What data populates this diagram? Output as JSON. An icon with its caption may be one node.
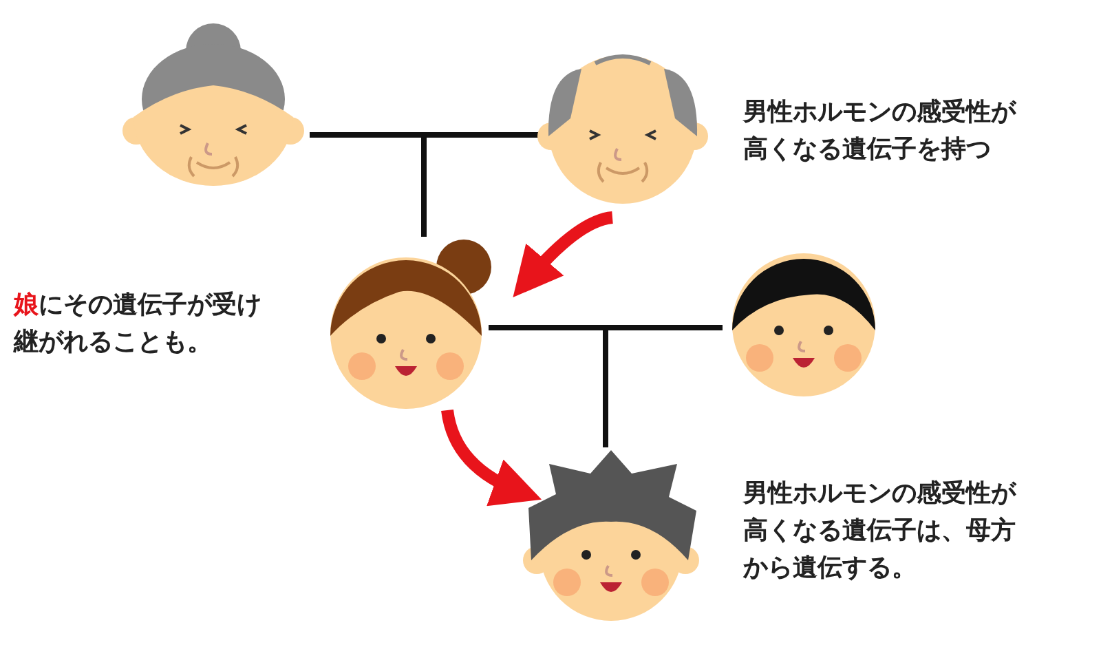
{
  "diagram": {
    "nodes": [
      {
        "text": [],
        "shape": "picture"
      },
      {
        "text": [],
        "shape": "picture",
        "beside": [
          "男性ホルモンの感受性が高くなる遺伝子を持つ"
        ]
      },
      {
        "text": [],
        "shape": "picture",
        "beside": [
          "娘にその遺伝子が受け継がれることも。"
        ]
      },
      {
        "text": [],
        "shape": "picture"
      },
      {
        "text": [],
        "shape": "picture",
        "beside": [
          "男性ホルモンの感受性が高くなる遺伝子は、母方から遺伝する。"
        ]
      }
    ],
    "edges": [
      {
        "from": 0,
        "to": 2,
        "arrow": "none"
      },
      {
        "from": 1,
        "to": 2,
        "arrow": "none"
      },
      {
        "from": 1,
        "to": 2,
        "arrow": "to",
        "style": "thick",
        "color": "#e8141b"
      },
      {
        "from": 2,
        "to": 4,
        "arrow": "none"
      },
      {
        "from": 3,
        "to": 4,
        "arrow": "none"
      },
      {
        "from": 2,
        "to": 4,
        "arrow": "to",
        "style": "thick",
        "color": "#e8141b"
      }
    ]
  }
}
